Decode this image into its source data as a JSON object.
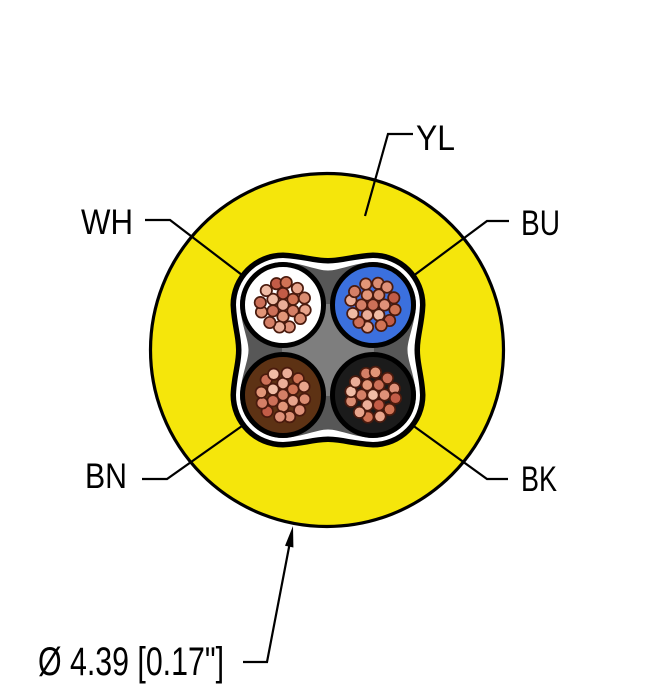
{
  "figure": {
    "type": "cable-cross-section",
    "jacket": {
      "label": "YL",
      "color": "#F5E60B"
    },
    "conductors": [
      {
        "label": "WH",
        "name": "white",
        "color": "#FFFFFF"
      },
      {
        "label": "BU",
        "name": "blue",
        "color": "#3B70DE"
      },
      {
        "label": "BN",
        "name": "brown",
        "color": "#5D3214"
      },
      {
        "label": "BK",
        "name": "black",
        "color": "#1B1B1B"
      }
    ],
    "dimension_label": "Ø 4.39 [0.17\"]",
    "colors": {
      "outline": "#000000",
      "filler_dark": "#575757",
      "filler_light": "#7E7E7E",
      "strand_outline": "#4A1A0D",
      "strand_palette": [
        "#EBAE98",
        "#DE9179",
        "#CC7058",
        "#E8A58C",
        "#D47F66",
        "#C25C47",
        "#F0BCA5",
        "#DA8D72",
        "#E29678",
        "#D07355"
      ]
    }
  }
}
